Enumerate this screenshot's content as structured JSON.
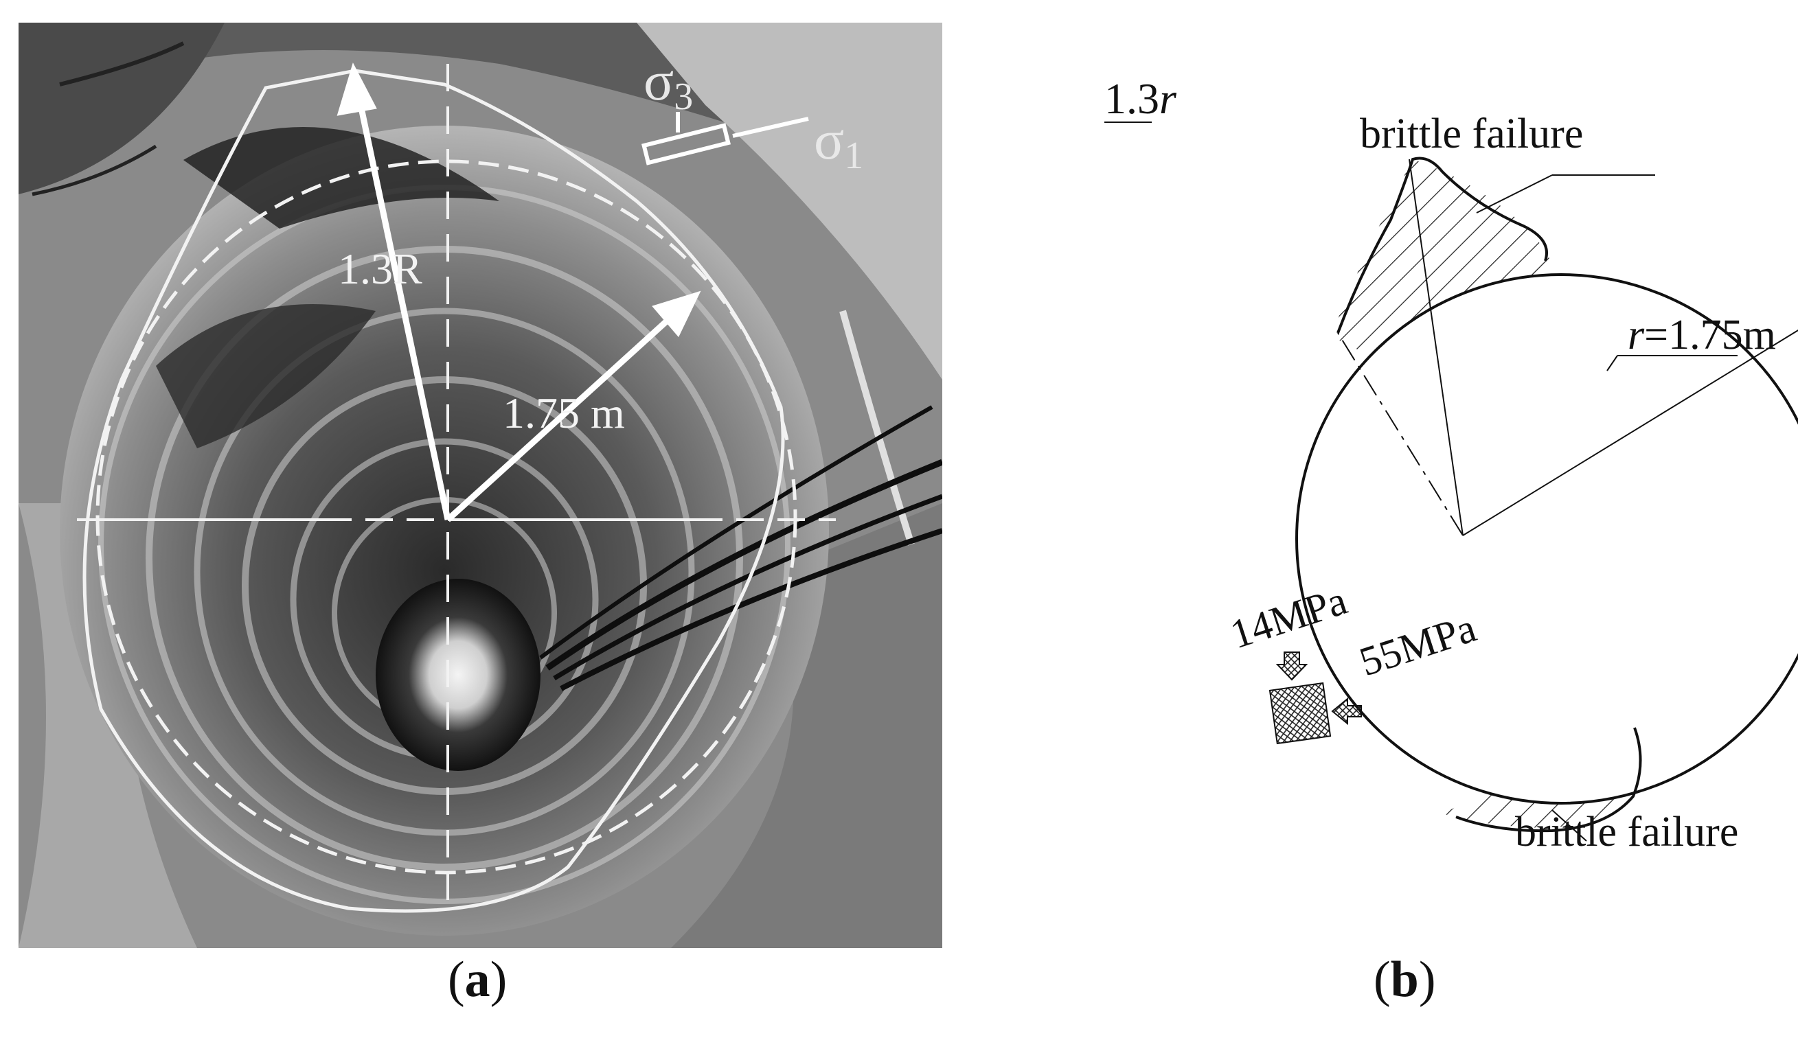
{
  "panel_a": {
    "caption_letter": "a",
    "labels": {
      "radius_extent": "1.3R",
      "radius": "1.75 m",
      "sigma3": "σ",
      "sigma3_sub": "3",
      "sigma1": "σ",
      "sigma1_sub": "1"
    }
  },
  "panel_b": {
    "caption_letter": "b",
    "labels": {
      "extent_num": "1.3",
      "extent_var": "r",
      "radius_var": "r",
      "radius_val": "=1.75m",
      "failure_top": "brittle failure",
      "failure_bottom": "brittle failure",
      "stress_minor": "14MPa",
      "stress_major": "55MPa"
    }
  },
  "colors": {
    "photo_dark": "#1a1a1a",
    "photo_light": "#d9d9d9",
    "overlay_line": "#f2f2f2",
    "diagram_line": "#111111"
  }
}
